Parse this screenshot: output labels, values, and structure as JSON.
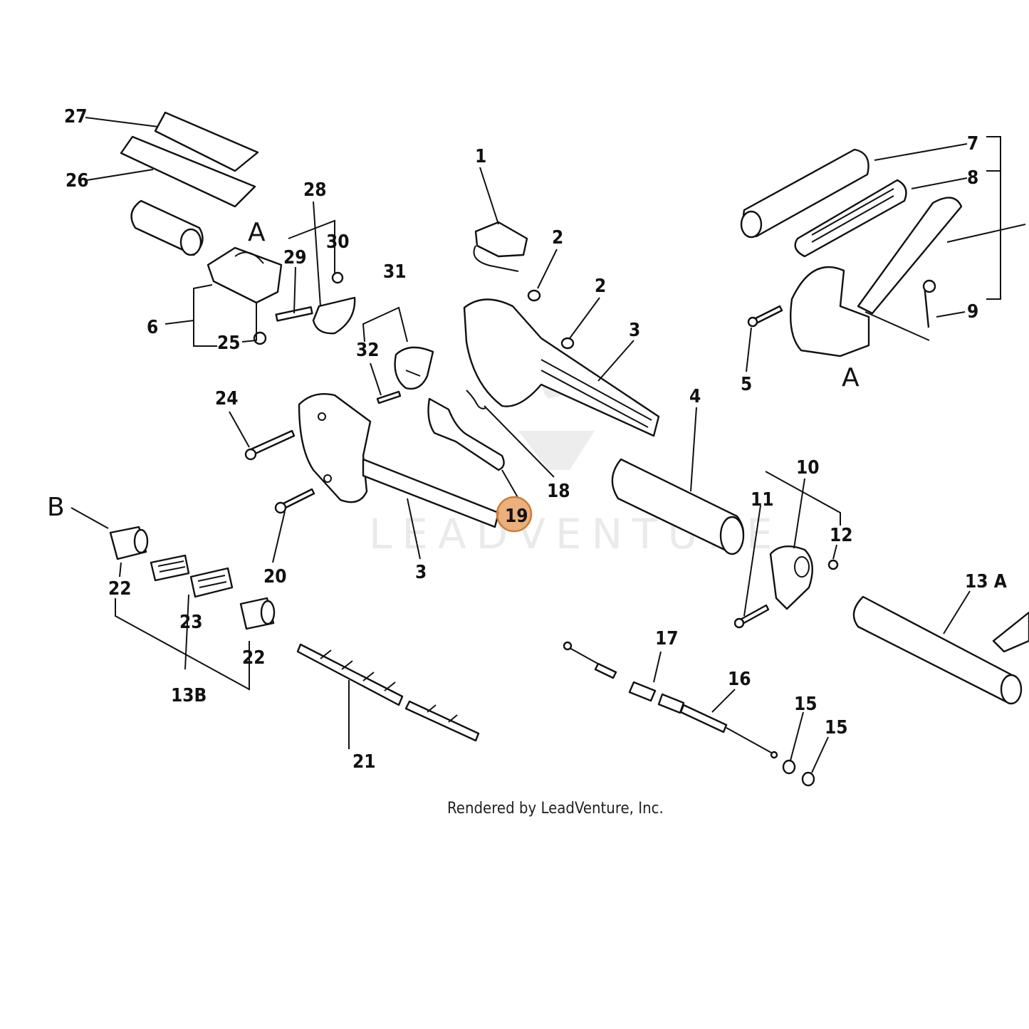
{
  "diagram": {
    "part_labels": [
      "27",
      "26",
      "28",
      "29",
      "30",
      "6",
      "25",
      "31",
      "32",
      "24",
      "20",
      "3",
      "1",
      "2",
      "2",
      "3",
      "18",
      "19",
      "4",
      "7",
      "8",
      "9",
      "5",
      "10",
      "11",
      "12",
      "13 A",
      "22",
      "23",
      "22",
      "13B",
      "21",
      "17",
      "16",
      "15",
      "15"
    ],
    "section_letters": [
      "A",
      "A",
      "B"
    ],
    "highlighted_part": "19",
    "watermark_text": "LEADVENTURE",
    "credit": "Rendered by LeadVenture, Inc."
  },
  "colors": {
    "highlight": "#e9a266",
    "ink": "#111111",
    "watermark": "#d8d8d8"
  }
}
